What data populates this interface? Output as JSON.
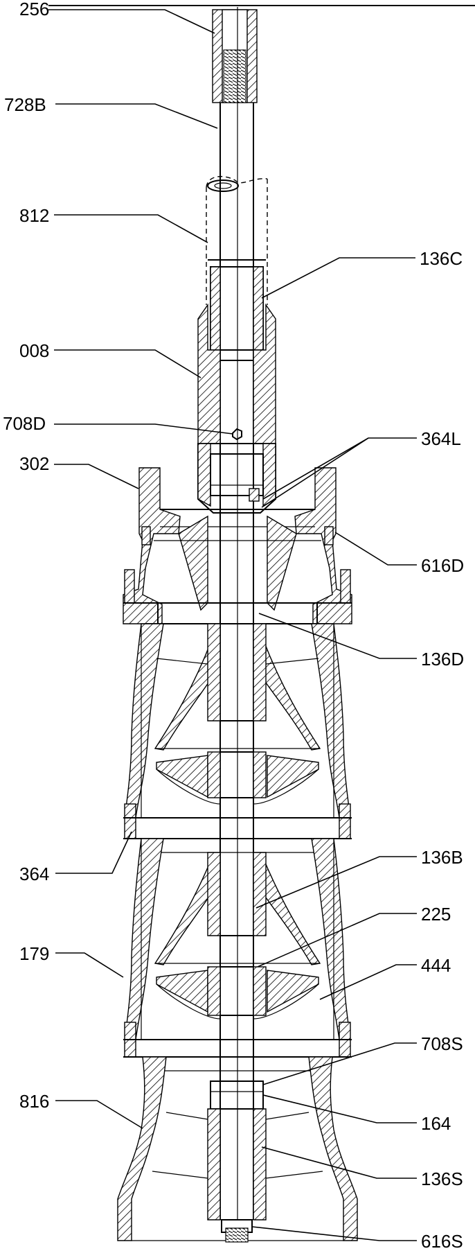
{
  "labels": {
    "l256": "256",
    "l728B": "728B",
    "l812": "812",
    "l136C": "136C",
    "l008": "008",
    "l708D": "708D",
    "l364L": "364L",
    "l302": "302",
    "l616D": "616D",
    "l136D": "136D",
    "l364": "364",
    "l136B": "136B",
    "l225": "225",
    "l179": "179",
    "l444": "444",
    "l708S": "708S",
    "l816": "816",
    "l164": "164",
    "l136S": "136S",
    "l616S": "616S"
  },
  "colors": {
    "ink": "#000000",
    "paper": "#ffffff"
  }
}
